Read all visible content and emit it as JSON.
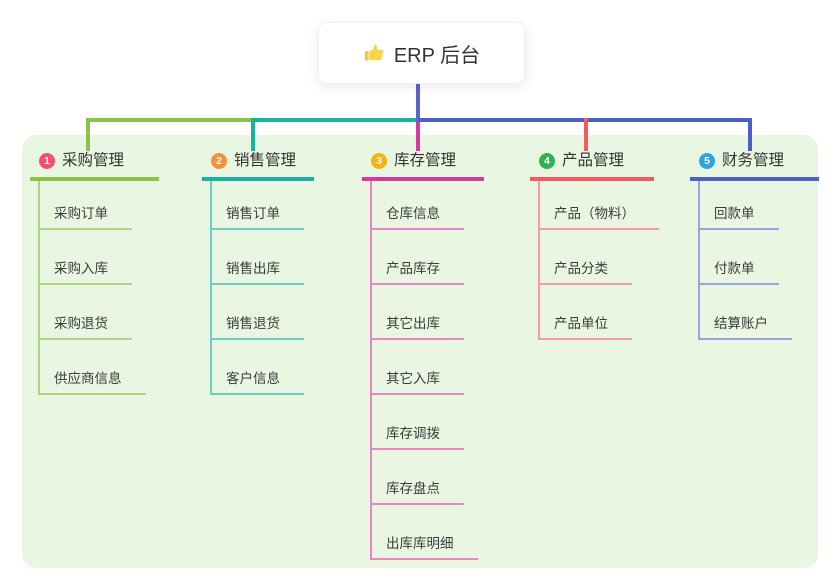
{
  "root": {
    "label": "ERP 后台",
    "icon": "thumbs-up-icon",
    "icon_glyph": "👍",
    "line_color": "#5a64c8"
  },
  "panel": {
    "background": "#e9f6e2"
  },
  "branches": [
    {
      "index": "1",
      "label": "采购管理",
      "badge_color": "#f4506a",
      "line_color": "#8bc34a",
      "line_light": "#abd57f",
      "children": [
        "采购订单",
        "采购入库",
        "采购退货",
        "供应商信息"
      ]
    },
    {
      "index": "2",
      "label": "销售管理",
      "badge_color": "#f8913c",
      "line_color": "#16b3a3",
      "line_light": "#6ccdc1",
      "children": [
        "销售订单",
        "销售出库",
        "销售退货",
        "客户信息"
      ]
    },
    {
      "index": "3",
      "label": "库存管理",
      "badge_color": "#f9b013",
      "line_color": "#d63a9c",
      "line_light": "#ea84c4",
      "children": [
        "仓库信息",
        "产品库存",
        "其它出库",
        "其它入库",
        "库存调拨",
        "库存盘点",
        "出库库明细"
      ]
    },
    {
      "index": "4",
      "label": "产品管理",
      "badge_color": "#2fb355",
      "line_color": "#f45b5b",
      "line_light": "#f89c9c",
      "children": [
        "产品（物料）",
        "产品分类",
        "产品单位"
      ]
    },
    {
      "index": "5",
      "label": "财务管理",
      "badge_color": "#2da5e1",
      "line_color": "#4a60c4",
      "line_light": "#93a6dd",
      "children": [
        "回款单",
        "付款单",
        "结算账户"
      ]
    }
  ]
}
